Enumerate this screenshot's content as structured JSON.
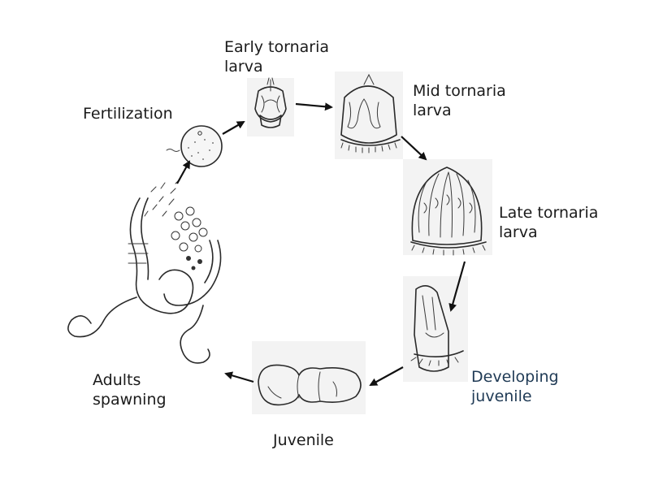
{
  "stages": [
    {
      "id": "fertilization",
      "lines": [
        "Fertilization"
      ]
    },
    {
      "id": "early-tornaria",
      "lines": [
        "Early tornaria",
        "larva"
      ]
    },
    {
      "id": "mid-tornaria",
      "lines": [
        "Mid tornaria",
        "larva"
      ]
    },
    {
      "id": "late-tornaria",
      "lines": [
        "Late tornaria",
        "larva"
      ]
    },
    {
      "id": "developing-juvenile",
      "lines": [
        "Developing",
        "juvenile"
      ]
    },
    {
      "id": "juvenile",
      "lines": [
        "Juvenile"
      ]
    },
    {
      "id": "adults-spawning",
      "lines": [
        "Adults",
        "spawning"
      ]
    }
  ],
  "colors": {
    "text": "#1b1b1b",
    "accent_text": "#1f3a55",
    "arrow": "#111111",
    "ink": "#2a2a2a"
  }
}
